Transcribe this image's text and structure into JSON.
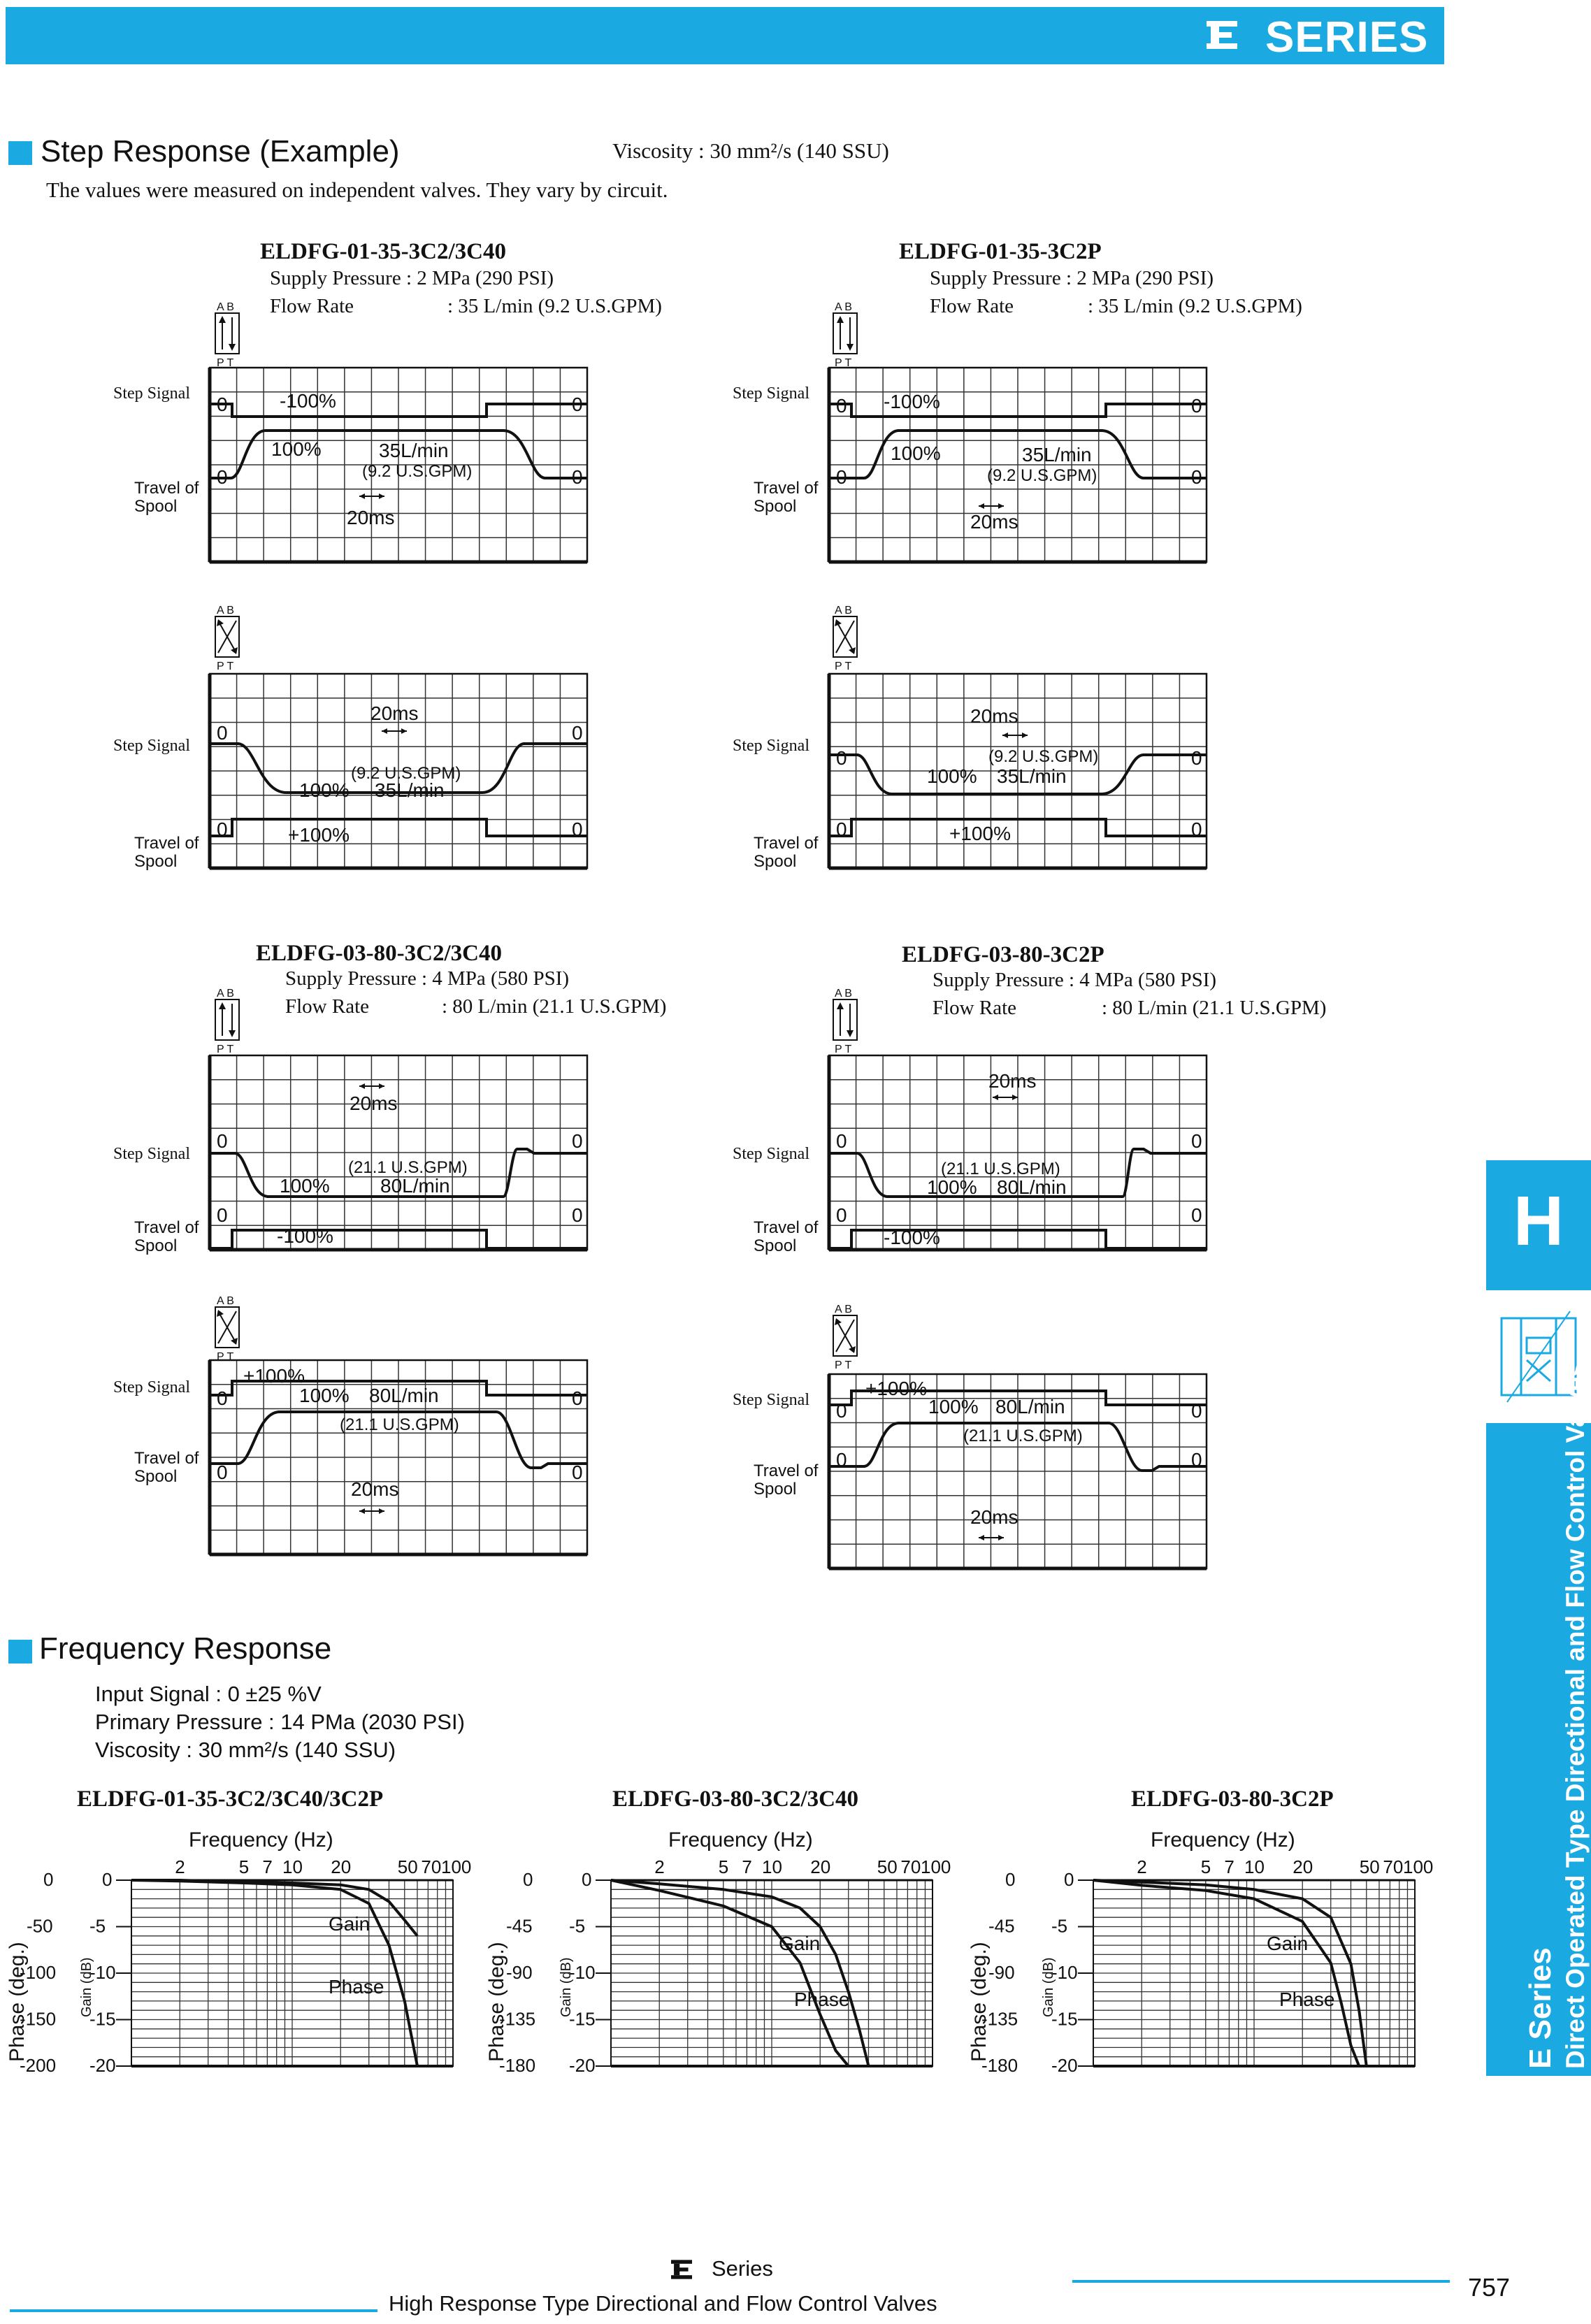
{
  "header": {
    "series_label": "SERIES"
  },
  "step": {
    "title": "Step Response (Example)",
    "viscosity": "Viscosity : 30 mm²/s (140 SSU)",
    "note": "The values were measured on independent valves.  They vary by circuit.",
    "groups": [
      {
        "model": "ELDFG-01-35-3C2/3C40",
        "pressure": "Supply Pressure : 2 MPa (290 PSI)",
        "flow_label": "Flow Rate",
        "flow_value": ": 35 L/min (9.2 U.S.GPM)"
      },
      {
        "model": "ELDFG-01-35-3C2P",
        "pressure": "Supply Pressure : 2 MPa (290 PSI)",
        "flow_label": "Flow Rate",
        "flow_value": ": 35 L/min (9.2 U.S.GPM)"
      },
      {
        "model": "ELDFG-03-80-3C2/3C40",
        "pressure": "Supply Pressure : 4 MPa (580 PSI)",
        "flow_label": "Flow Rate",
        "flow_value": ": 80 L/min (21.1 U.S.GPM)"
      },
      {
        "model": "ELDFG-03-80-3C2P",
        "pressure": "Supply Pressure : 4 MPa (580 PSI)",
        "flow_label": "Flow Rate",
        "flow_value": ": 80 L/min (21.1 U.S.GPM)"
      }
    ],
    "labels": {
      "step_signal": "Step Signal",
      "travel_line1": "Travel of",
      "travel_line2": "Spool",
      "port_ab": "A B",
      "port_pt": "P T",
      "zero": "0",
      "t20ms": "20ms"
    }
  },
  "chart_data": [
    {
      "type": "line",
      "title": "ELDFG-01-35-3C2/3C40",
      "panel": "top",
      "series": [
        {
          "name": "Step Signal",
          "values": [
            0,
            -100,
            -100,
            0
          ]
        },
        {
          "name": "Travel of Spool",
          "values": [
            0,
            100,
            100,
            0
          ]
        }
      ],
      "annotations": [
        "-100%",
        "100%",
        "35L/min",
        "(9.2 U.S.GPM)",
        "20ms"
      ]
    },
    {
      "type": "line",
      "title": "ELDFG-01-35-3C2/3C40",
      "panel": "bottom",
      "series": [
        {
          "name": "Step Signal",
          "values": [
            0,
            -100,
            -100,
            0
          ]
        },
        {
          "name": "Travel of Spool",
          "values": [
            0,
            100,
            100,
            0
          ]
        }
      ],
      "annotations": [
        "20ms",
        "(9.2 U.S.GPM)",
        "100%",
        "35L/min",
        "+100%"
      ]
    },
    {
      "type": "line",
      "title": "ELDFG-01-35-3C2P",
      "panel": "top",
      "series": [
        {
          "name": "Step Signal",
          "values": [
            0,
            -100,
            -100,
            0
          ]
        },
        {
          "name": "Travel of Spool",
          "values": [
            0,
            100,
            100,
            0
          ]
        }
      ],
      "annotations": [
        "-100%",
        "100%",
        "35L/min",
        "(9.2 U.S.GPM)",
        "20ms"
      ]
    },
    {
      "type": "line",
      "title": "ELDFG-01-35-3C2P",
      "panel": "bottom",
      "series": [
        {
          "name": "Step Signal",
          "values": [
            0,
            -100,
            -100,
            0
          ]
        },
        {
          "name": "Travel of Spool",
          "values": [
            0,
            100,
            100,
            0
          ]
        }
      ],
      "annotations": [
        "20ms",
        "(9.2 U.S.GPM)",
        "100%",
        "35L/min",
        "+100%"
      ]
    },
    {
      "type": "line",
      "title": "ELDFG-03-80-3C2/3C40",
      "panel": "top",
      "series": [
        {
          "name": "Step Signal",
          "values": [
            0,
            -100,
            -100,
            0
          ]
        },
        {
          "name": "Travel of Spool",
          "values": [
            0,
            100,
            100,
            0
          ]
        }
      ],
      "annotations": [
        "20ms",
        "(21.1 U.S.GPM)",
        "100%",
        "80L/min",
        "-100%"
      ]
    },
    {
      "type": "line",
      "title": "ELDFG-03-80-3C2/3C40",
      "panel": "bottom",
      "series": [
        {
          "name": "Step Signal",
          "values": [
            0,
            100,
            100,
            0
          ]
        },
        {
          "name": "Travel of Spool",
          "values": [
            0,
            100,
            100,
            0
          ]
        }
      ],
      "annotations": [
        "+100%",
        "100%",
        "80L/min",
        "(21.1 U.S.GPM)",
        "20ms"
      ]
    },
    {
      "type": "line",
      "title": "ELDFG-03-80-3C2P",
      "panel": "top",
      "series": [
        {
          "name": "Step Signal",
          "values": [
            0,
            -100,
            -100,
            0
          ]
        },
        {
          "name": "Travel of Spool",
          "values": [
            0,
            100,
            100,
            0
          ]
        }
      ],
      "annotations": [
        "20ms",
        "(21.1 U.S.GPM)",
        "100%",
        "80L/min",
        "-100%"
      ]
    },
    {
      "type": "line",
      "title": "ELDFG-03-80-3C2P",
      "panel": "bottom",
      "series": [
        {
          "name": "Step Signal",
          "values": [
            0,
            100,
            100,
            0
          ]
        },
        {
          "name": "Travel of Spool",
          "values": [
            0,
            100,
            100,
            0
          ]
        }
      ],
      "annotations": [
        "+100%",
        "100%",
        "80L/min",
        "(21.1 U.S.GPM)",
        "20ms"
      ]
    },
    {
      "type": "line",
      "title": "ELDFG-01-35-3C2/3C40/3C2P",
      "xlabel": "Frequency (Hz)",
      "xscale": "log",
      "xticks": [
        "2",
        "5",
        "7",
        "10",
        "20",
        "50",
        "70",
        "100"
      ],
      "phase_ticks": [
        "0",
        "-50",
        "-100",
        "-150",
        "-200"
      ],
      "gain_ticks": [
        "0",
        "-5",
        "-10",
        "-15",
        "-20"
      ],
      "ylim_phase": [
        -200,
        0
      ],
      "ylim_gain": [
        -20,
        0
      ],
      "series": [
        {
          "name": "Gain",
          "x": [
            1,
            2,
            5,
            10,
            20,
            30,
            40,
            50,
            60
          ],
          "y": [
            0,
            0,
            -0.2,
            -0.3,
            -0.5,
            -1,
            -2.3,
            -4.3,
            -6
          ]
        },
        {
          "name": "Phase",
          "x": [
            1,
            2,
            5,
            10,
            20,
            30,
            40,
            50,
            60
          ],
          "y": [
            0,
            -1,
            -3,
            -5,
            -10,
            -25,
            -70,
            -130,
            -200
          ]
        }
      ]
    },
    {
      "type": "line",
      "title": "ELDFG-03-80-3C2/3C40",
      "xlabel": "Frequency (Hz)",
      "xscale": "log",
      "xticks": [
        "2",
        "5",
        "7",
        "10",
        "20",
        "50",
        "70",
        "100"
      ],
      "phase_ticks": [
        "0",
        "-45",
        "-90",
        "-135",
        "-180"
      ],
      "gain_ticks": [
        "0",
        "-5",
        "-10",
        "-15",
        "-20"
      ],
      "ylim_phase": [
        -180,
        0
      ],
      "ylim_gain": [
        -20,
        0
      ],
      "series": [
        {
          "name": "Gain",
          "x": [
            1,
            2,
            5,
            10,
            15,
            20,
            25,
            30,
            35,
            40
          ],
          "y": [
            0,
            -0.4,
            -1,
            -1.8,
            -3,
            -5,
            -8,
            -12,
            -16,
            -20
          ]
        },
        {
          "name": "Phase",
          "x": [
            1,
            2,
            5,
            10,
            15,
            20,
            25,
            30
          ],
          "y": [
            0,
            -10,
            -25,
            -45,
            -80,
            -130,
            -165,
            -180
          ]
        }
      ]
    },
    {
      "type": "line",
      "title": "ELDFG-03-80-3C2P",
      "xlabel": "Frequency (Hz)",
      "xscale": "log",
      "xticks": [
        "2",
        "5",
        "7",
        "10",
        "20",
        "50",
        "70",
        "100"
      ],
      "phase_ticks": [
        "0",
        "-45",
        "-90",
        "-135",
        "-180"
      ],
      "gain_ticks": [
        "0",
        "-5",
        "-10",
        "-15",
        "-20"
      ],
      "ylim_phase": [
        -180,
        0
      ],
      "ylim_gain": [
        -20,
        0
      ],
      "series": [
        {
          "name": "Gain",
          "x": [
            1,
            2,
            5,
            10,
            20,
            30,
            40,
            45,
            50
          ],
          "y": [
            0,
            -0.2,
            -0.5,
            -1,
            -2,
            -4,
            -9,
            -14,
            -20
          ]
        },
        {
          "name": "Phase",
          "x": [
            1,
            2,
            5,
            10,
            20,
            30,
            35,
            40,
            45
          ],
          "y": [
            0,
            -5,
            -10,
            -18,
            -40,
            -80,
            -120,
            -160,
            -180
          ]
        }
      ]
    }
  ],
  "freq": {
    "title": "Frequency Response",
    "input_signal": "Input Signal : 0 ±25 %V",
    "primary_pressure": "Primary Pressure : 14 PMa (2030 PSI)",
    "viscosity": "Viscosity : 30 mm²/s (140 SSU)",
    "labels": {
      "frequency": "Frequency (Hz)",
      "phase_axis": "Phase (deg.)",
      "gain_axis": "Gain (dB)",
      "gain_series": "Gain",
      "phase_series": "Phase"
    }
  },
  "sidebar": {
    "tab_letter": "H",
    "vertical_line1": "E Series",
    "vertical_line2": "Direct Operated Type Directional and Flow Control Valves"
  },
  "footer": {
    "series_label": "Series",
    "subtitle": "High Response Type Directional and Flow Control Valves",
    "page_number": "757"
  },
  "colors": {
    "accent": "#1ba9e2"
  }
}
